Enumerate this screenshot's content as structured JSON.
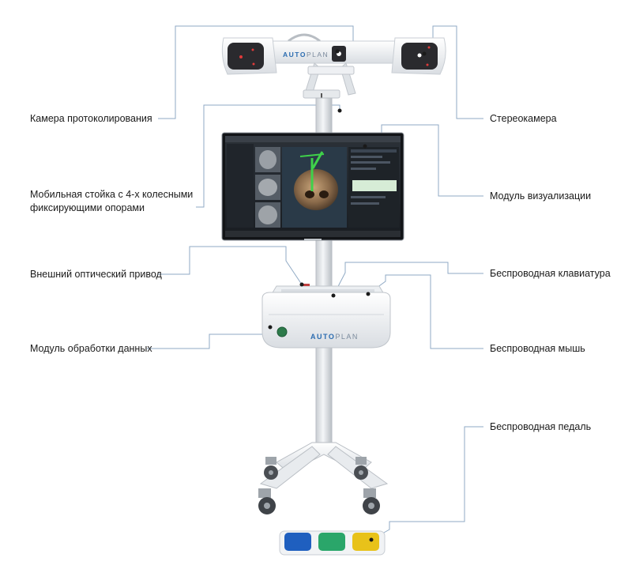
{
  "brand": {
    "name_bold": "AUTO",
    "name_light": "PLAN"
  },
  "labels": {
    "logging_camera": "Камера протоколирования",
    "mobile_stand_line1": "Мобильная стойка с 4-х колесными",
    "mobile_stand_line2": "фиксирующими опорами",
    "optical_drive": "Внешний оптический привод",
    "data_module": "Модуль обработки данных",
    "stereo_camera": "Стереокамера",
    "visualization_module": "Модуль визуализации",
    "wireless_keyboard": "Беспроводная клавиатура",
    "wireless_mouse": "Беспроводная мышь",
    "wireless_pedal": "Беспроводная педаль"
  },
  "colors": {
    "leader_line": "#8fa9c4",
    "pedal_blue": "#1f5fbf",
    "pedal_green": "#2aa66a",
    "pedal_yellow": "#e8c21a",
    "brand_blue": "#2b6cb0"
  }
}
